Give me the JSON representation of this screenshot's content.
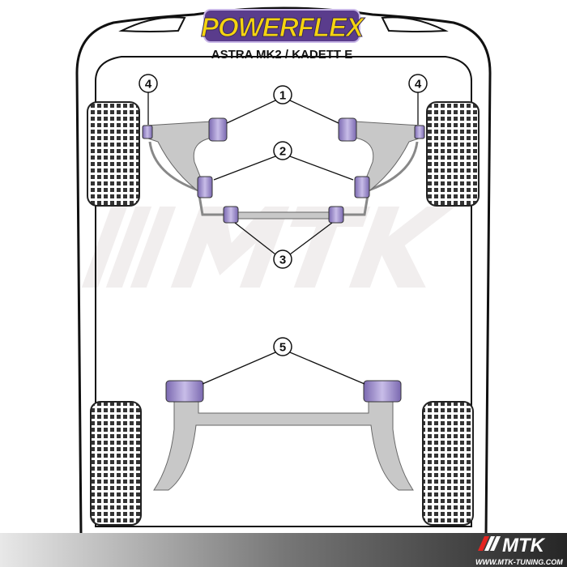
{
  "logo": {
    "brand": "POWERFLEX",
    "subtitle": "ASTRA MK2 / KADETT E"
  },
  "callouts": [
    "1",
    "2",
    "3",
    "4",
    "5"
  ],
  "watermark": "MTK",
  "footer": {
    "brand": "MTK",
    "url": "WWW.MTK-TUNING.COM"
  },
  "colors": {
    "bush": "#a898d0",
    "arm": "#c8c8c8",
    "logo_bg": "#5a3c8c",
    "logo_text": "#f5d40f",
    "footer": "#2e2e2e",
    "mtk_red": "#e52420"
  }
}
